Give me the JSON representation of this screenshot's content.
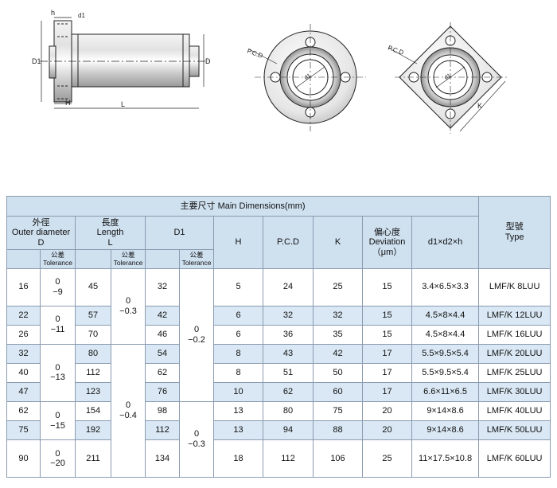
{
  "diagrams": {
    "side_view": {
      "labels": [
        "h",
        "d1",
        "D1",
        "D",
        "H",
        "L"
      ]
    },
    "round_flange_view": {
      "labels": [
        "P.C.D",
        "d1"
      ]
    },
    "square_flange_view": {
      "labels": [
        "P.C.D",
        "d1",
        "K"
      ]
    }
  },
  "table": {
    "title": "主要尺寸 Main Dimensions(mm)",
    "headers": {
      "outer_cn": "外徑",
      "outer_en": "Outer diameter",
      "outer_sym": "D",
      "length_cn": "長度",
      "length_en": "Length",
      "length_sym": "L",
      "d1": "D1",
      "tol_cn": "公差",
      "tol_en": "Tolerance",
      "h": "H",
      "pcd": "P.C.D",
      "k": "K",
      "dev_cn": "偏心度",
      "dev_en": "Deviation",
      "dev_unit": "（μm）",
      "d1d2h": "d1×d2×h",
      "type_cn": "型號",
      "type_en": "Type"
    },
    "tolerances": {
      "D": [
        [
          "0",
          "−9"
        ],
        [
          "0",
          "−11"
        ],
        [
          "0",
          "−13"
        ],
        [
          "0",
          "−15"
        ],
        [
          "0",
          "−20"
        ]
      ],
      "L": [
        [
          "0",
          "−0.3"
        ],
        [
          "0",
          "−0.4"
        ]
      ],
      "D1": [
        [
          "0",
          "−0.2"
        ],
        [
          "0",
          "−0.3"
        ]
      ]
    },
    "rows": [
      {
        "D": "16",
        "L": "45",
        "D1": "32",
        "H": "5",
        "PCD": "24",
        "K": "25",
        "dev": "15",
        "d1d2h": "3.4×6.5×3.3",
        "type": "LMF/K 8LUU"
      },
      {
        "D": "22",
        "L": "57",
        "D1": "42",
        "H": "6",
        "PCD": "32",
        "K": "32",
        "dev": "15",
        "d1d2h": "4.5×8×4.4",
        "type": "LMF/K 12LUU"
      },
      {
        "D": "26",
        "L": "70",
        "D1": "46",
        "H": "6",
        "PCD": "36",
        "K": "35",
        "dev": "15",
        "d1d2h": "4.5×8×4.4",
        "type": "LMF/K 16LUU"
      },
      {
        "D": "32",
        "L": "80",
        "D1": "54",
        "H": "8",
        "PCD": "43",
        "K": "42",
        "dev": "17",
        "d1d2h": "5.5×9.5×5.4",
        "type": "LMF/K 20LUU"
      },
      {
        "D": "40",
        "L": "112",
        "D1": "62",
        "H": "8",
        "PCD": "51",
        "K": "50",
        "dev": "17",
        "d1d2h": "5.5×9.5×5.4",
        "type": "LMF/K 25LUU"
      },
      {
        "D": "47",
        "L": "123",
        "D1": "76",
        "H": "10",
        "PCD": "62",
        "K": "60",
        "dev": "17",
        "d1d2h": "6.6×11×6.5",
        "type": "LMF/K 30LUU"
      },
      {
        "D": "62",
        "L": "154",
        "D1": "98",
        "H": "13",
        "PCD": "80",
        "K": "75",
        "dev": "20",
        "d1d2h": "9×14×8.6",
        "type": "LMF/K 40LUU"
      },
      {
        "D": "75",
        "L": "192",
        "D1": "112",
        "H": "13",
        "PCD": "94",
        "K": "88",
        "dev": "20",
        "d1d2h": "9×14×8.6",
        "type": "LMF/K 50LUU"
      },
      {
        "D": "90",
        "L": "211",
        "D1": "134",
        "H": "18",
        "PCD": "112",
        "K": "106",
        "dev": "25",
        "d1d2h": "11×17.5×10.8",
        "type": "LMF/K 60LUU"
      }
    ]
  }
}
